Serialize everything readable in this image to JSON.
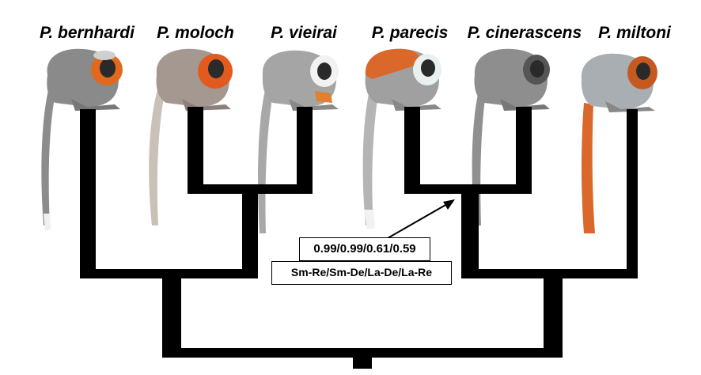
{
  "species": [
    {
      "id": "bernhardi",
      "label": "P. bernhardi"
    },
    {
      "id": "moloch",
      "label": "P. moloch"
    },
    {
      "id": "vieirai",
      "label": "P. vieirai"
    },
    {
      "id": "parecis",
      "label": "P. parecis"
    },
    {
      "id": "cinerascens",
      "label": "P. cinerascens"
    },
    {
      "id": "miltoni",
      "label": "P. miltoni"
    }
  ],
  "node_support": {
    "values": "0.99/0.99/0.61/0.59",
    "models": "Sm-Re/Sm-De/La-De/La-Re"
  },
  "colors": {
    "branch": "#000000",
    "fur_gray": "#9a9a9a",
    "fur_orange": "#d9682a",
    "face_dark": "#2a2a2a",
    "face_white": "#f2f2f2"
  }
}
